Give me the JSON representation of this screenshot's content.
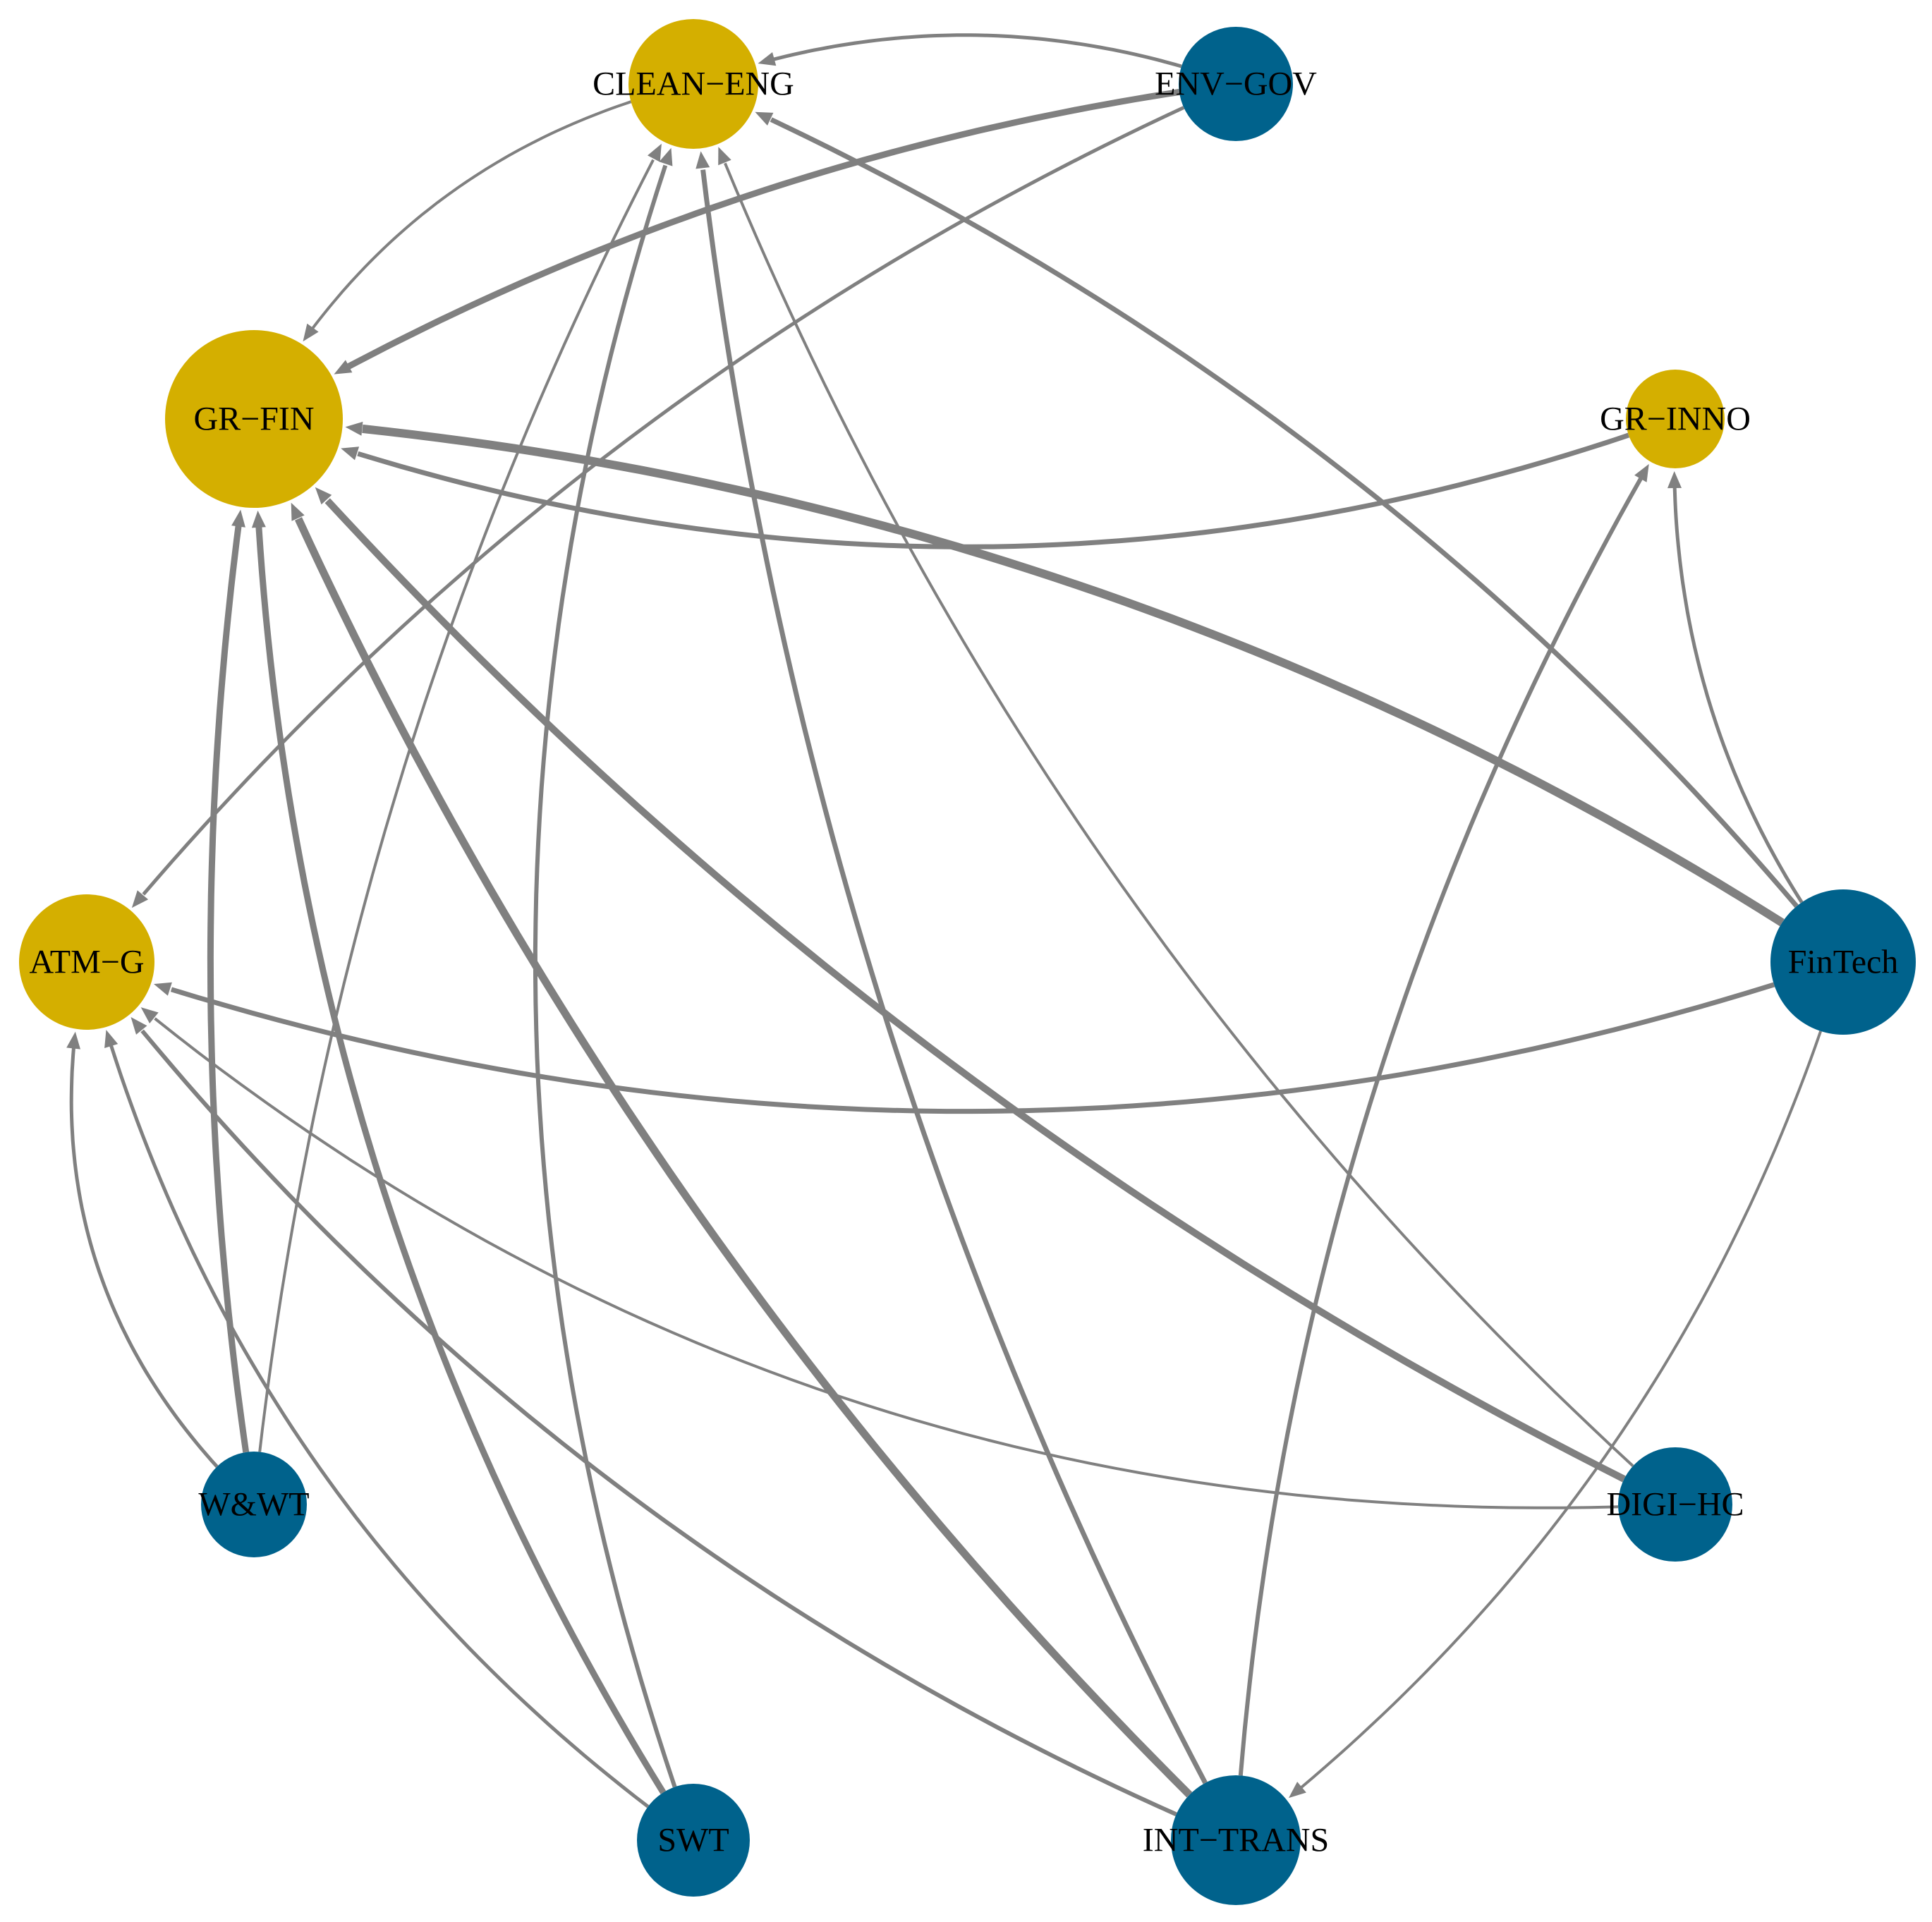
{
  "diagram": {
    "colors": {
      "gold": "#D4AF00",
      "blue": "#00628C",
      "edge": "#808080"
    },
    "nodes": [
      {
        "id": "CLEAN-ENG",
        "label": "CLEAN−ENG",
        "color": "gold"
      },
      {
        "id": "ENV-GOV",
        "label": "ENV−GOV",
        "color": "blue"
      },
      {
        "id": "GR-FIN",
        "label": "GR−FIN",
        "color": "gold"
      },
      {
        "id": "GR-INNO",
        "label": "GR−INNO",
        "color": "gold"
      },
      {
        "id": "ATM-G",
        "label": "ATM−G",
        "color": "gold"
      },
      {
        "id": "FinTech",
        "label": "FinTech",
        "color": "blue"
      },
      {
        "id": "W&WT",
        "label": "W&WT",
        "color": "blue"
      },
      {
        "id": "DIGI-HC",
        "label": "DIGI−HC",
        "color": "blue"
      },
      {
        "id": "SWT",
        "label": "SWT",
        "color": "blue"
      },
      {
        "id": "INT-TRANS",
        "label": "INT−TRANS",
        "color": "blue"
      }
    ],
    "edges": [
      {
        "from": "ENV-GOV",
        "to": "CLEAN-ENG"
      },
      {
        "from": "CLEAN-ENG",
        "to": "GR-FIN"
      },
      {
        "from": "ENV-GOV",
        "to": "GR-FIN"
      },
      {
        "from": "ENV-GOV",
        "to": "ATM-G"
      },
      {
        "from": "GR-INNO",
        "to": "GR-FIN"
      },
      {
        "from": "FinTech",
        "to": "GR-FIN"
      },
      {
        "from": "FinTech",
        "to": "CLEAN-ENG"
      },
      {
        "from": "FinTech",
        "to": "GR-INNO"
      },
      {
        "from": "FinTech",
        "to": "ATM-G"
      },
      {
        "from": "FinTech",
        "to": "INT-TRANS"
      },
      {
        "from": "DIGI-HC",
        "to": "GR-FIN"
      },
      {
        "from": "DIGI-HC",
        "to": "CLEAN-ENG"
      },
      {
        "from": "DIGI-HC",
        "to": "ATM-G"
      },
      {
        "from": "INT-TRANS",
        "to": "GR-FIN"
      },
      {
        "from": "INT-TRANS",
        "to": "CLEAN-ENG"
      },
      {
        "from": "INT-TRANS",
        "to": "GR-INNO"
      },
      {
        "from": "INT-TRANS",
        "to": "ATM-G"
      },
      {
        "from": "SWT",
        "to": "GR-FIN"
      },
      {
        "from": "SWT",
        "to": "CLEAN-ENG"
      },
      {
        "from": "SWT",
        "to": "ATM-G"
      },
      {
        "from": "W&WT",
        "to": "GR-FIN"
      },
      {
        "from": "W&WT",
        "to": "CLEAN-ENG"
      },
      {
        "from": "W&WT",
        "to": "ATM-G"
      }
    ]
  }
}
